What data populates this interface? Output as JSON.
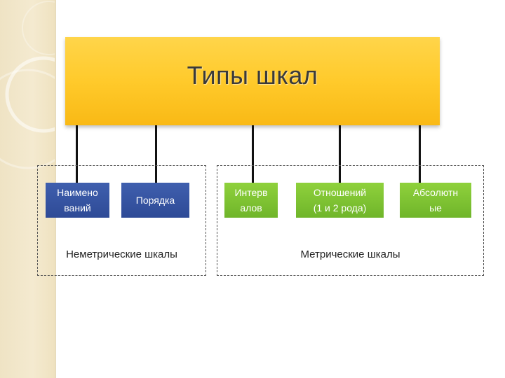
{
  "title": "Типы шкал",
  "nodes": {
    "naming": "Наимено\nваний",
    "order": "Порядка",
    "interval": "Интерв\nалов",
    "ratio": "Отношений\n(1 и 2 рода)",
    "absolute": "Абсолютн\nые"
  },
  "groups": {
    "nonmetric": "Неметрические шкалы",
    "metric": "Метрические шкалы"
  },
  "colors": {
    "title_fill": "#ffca2b",
    "nonmetric_node": "#2e4a96",
    "metric_node": "#6fb52a"
  }
}
